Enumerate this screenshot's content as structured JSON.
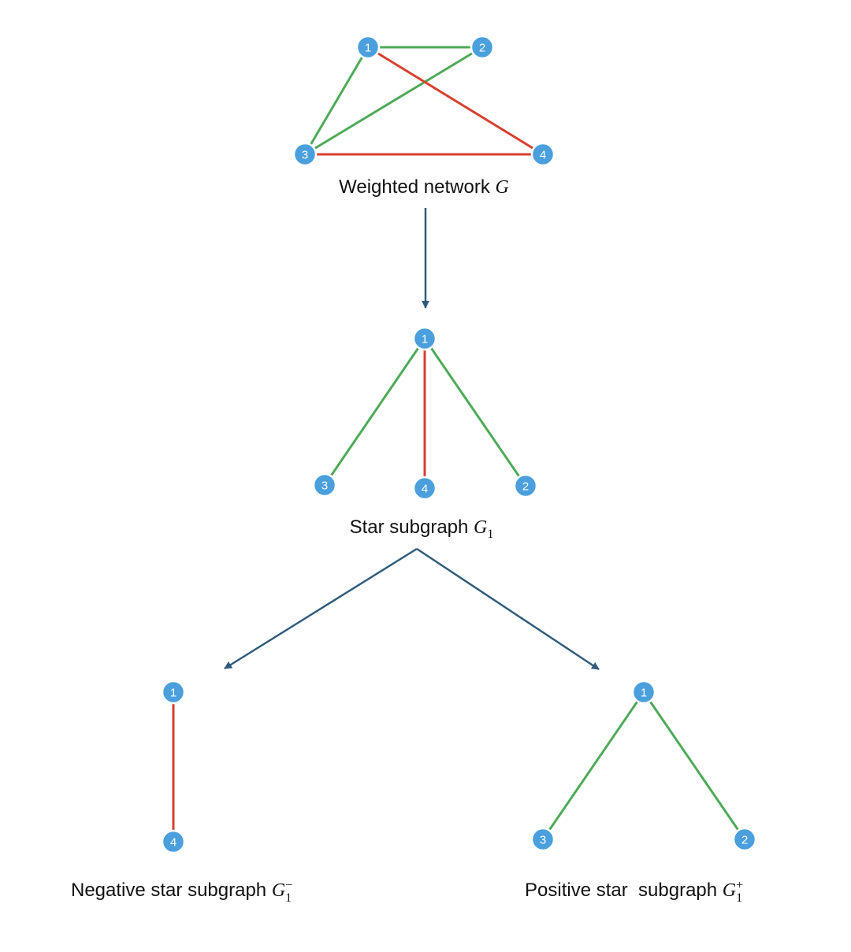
{
  "colors": {
    "positive_edge": "#4daa57",
    "negative_edge": "#d7402f",
    "node_fill": "#4a9fdc",
    "arrow": "#2f5b7c"
  },
  "graphs": {
    "weighted": {
      "caption_text": "Weighted network ",
      "caption_symbol": "G",
      "nodes": [
        "1",
        "2",
        "3",
        "4"
      ],
      "edges": [
        {
          "from": "1",
          "to": "2",
          "sign": "positive"
        },
        {
          "from": "1",
          "to": "3",
          "sign": "positive"
        },
        {
          "from": "2",
          "to": "3",
          "sign": "positive"
        },
        {
          "from": "1",
          "to": "4",
          "sign": "negative"
        },
        {
          "from": "3",
          "to": "4",
          "sign": "negative"
        }
      ]
    },
    "star": {
      "caption_text": "Star subgraph ",
      "caption_symbol": "G",
      "caption_sub": "1",
      "nodes": [
        "1",
        "3",
        "4",
        "2"
      ],
      "edges": [
        {
          "from": "1",
          "to": "3",
          "sign": "positive"
        },
        {
          "from": "1",
          "to": "4",
          "sign": "negative"
        },
        {
          "from": "1",
          "to": "2",
          "sign": "positive"
        }
      ]
    },
    "negative_star": {
      "caption_text": "Negative star subgraph ",
      "caption_symbol": "G",
      "caption_sub": "1",
      "caption_sup": "−",
      "nodes": [
        "1",
        "4"
      ],
      "edges": [
        {
          "from": "1",
          "to": "4",
          "sign": "negative"
        }
      ]
    },
    "positive_star": {
      "caption_text": "Positive star  subgraph ",
      "caption_symbol": "G",
      "caption_sub": "1",
      "caption_sup": "+",
      "nodes": [
        "1",
        "3",
        "2"
      ],
      "edges": [
        {
          "from": "1",
          "to": "3",
          "sign": "positive"
        },
        {
          "from": "1",
          "to": "2",
          "sign": "positive"
        }
      ]
    }
  }
}
